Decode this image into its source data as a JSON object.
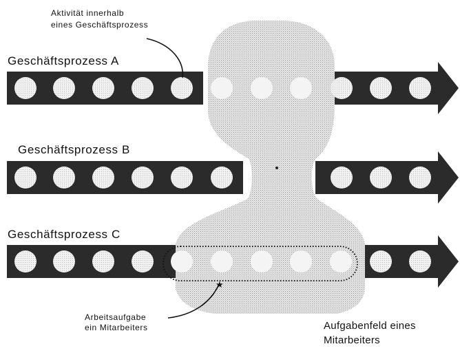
{
  "annotation_activity": {
    "line1": "Aktivität innerhalb",
    "line2": "eines Geschäftsprozess"
  },
  "processes": [
    {
      "label": "Geschäftsprozess A"
    },
    {
      "label": "Geschäftsprozess B"
    },
    {
      "label": "Geschäftsprozess C"
    }
  ],
  "annotation_task": {
    "line1": "Arbeitsaufgabe",
    "line2": "ein Mitarbeiters"
  },
  "employee_area": {
    "line1": "Aufgabenfeld eines",
    "line2": "Mitarbeiters"
  },
  "colors": {
    "arrow": "#2b2b2b",
    "circle": "#ededed",
    "employee_shape": "#dcdcdc",
    "text": "#111111"
  }
}
